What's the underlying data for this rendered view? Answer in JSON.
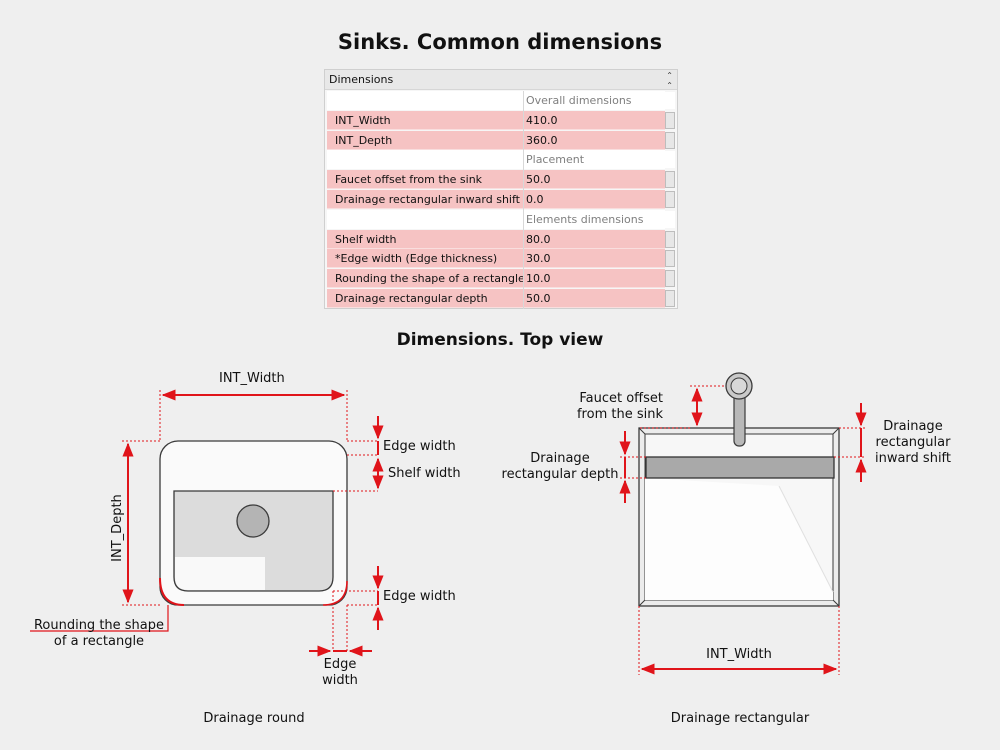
{
  "title": "Sinks. Common dimensions",
  "subtitle": "Dimensions. Top view",
  "panel": {
    "header": "Dimensions",
    "collapse_icon": "double-chevron-up-icon",
    "rows": [
      {
        "kind": "group",
        "name": "",
        "value": "Overall dimensions"
      },
      {
        "kind": "param",
        "name": "INT_Width",
        "value": "410.0"
      },
      {
        "kind": "param",
        "name": "INT_Depth",
        "value": "360.0"
      },
      {
        "kind": "group",
        "name": "",
        "value": "Placement"
      },
      {
        "kind": "param",
        "name": "Faucet offset from the sink",
        "value": "50.0"
      },
      {
        "kind": "param",
        "name": "Drainage rectangular inward shift",
        "value": "0.0"
      },
      {
        "kind": "group",
        "name": "",
        "value": "Elements dimensions"
      },
      {
        "kind": "param",
        "name": "Shelf width",
        "value": "80.0"
      },
      {
        "kind": "param",
        "name": "*Edge width (Edge thickness)",
        "value": "30.0"
      },
      {
        "kind": "param",
        "name": "Rounding the shape of a rectangle",
        "value": "10.0"
      },
      {
        "kind": "param",
        "name": "Drainage rectangular depth",
        "value": "50.0"
      }
    ]
  },
  "left_diagram": {
    "caption": "Drainage round",
    "int_width": "INT_Width",
    "int_depth": "INT_Depth",
    "edge_width_top": "Edge width",
    "shelf_width": "Shelf width",
    "edge_width_bottom": "Edge width",
    "rounding_line1": "Rounding the shape",
    "rounding_line2": "of a rectangle",
    "edge_width_side_line1": "Edge",
    "edge_width_side_line2": "width"
  },
  "right_diagram": {
    "caption": "Drainage rectangular",
    "faucet_line1": "Faucet offset",
    "faucet_line2": "from the sink",
    "drain_depth_line1": "Drainage",
    "drain_depth_line2": "rectangular depth",
    "inward_line1": "Drainage",
    "inward_line2": "rectangular",
    "inward_line3": "inward shift",
    "int_width": "INT_Width"
  },
  "colors": {
    "dimension_line": "#e0141a",
    "param_row": "#f6c3c3",
    "background": "#efefef"
  }
}
